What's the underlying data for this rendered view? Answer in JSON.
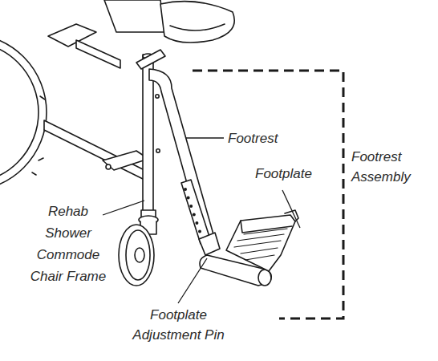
{
  "diagram": {
    "labels": [
      "Footrest",
      "Footplate",
      "Footrest Assembly",
      "Rehab Shower Commode Chair Frame",
      "Footplate Adjustment Pin"
    ]
  }
}
